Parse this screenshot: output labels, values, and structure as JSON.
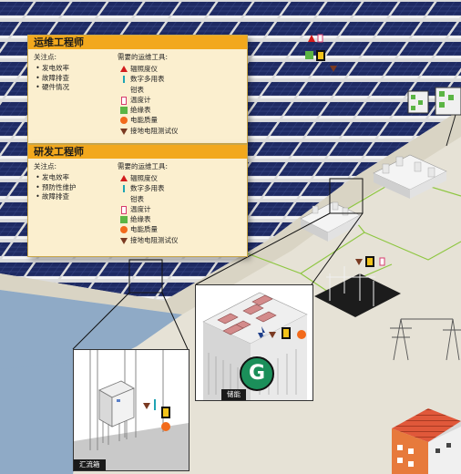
{
  "cards": [
    {
      "title": "运维工程师",
      "focus_header": "关注点:",
      "focus_items": [
        "发电效率",
        "故障排查",
        "硬件情况"
      ],
      "tools_header": "需要的运维工具:",
      "tools": [
        {
          "icon": "red-triangle",
          "label": "辐照度仪"
        },
        {
          "icon": "blue-bar",
          "label": "数字多用表"
        },
        {
          "icon": "none",
          "label": "钳表"
        },
        {
          "icon": "pink-rect",
          "label": "温度计"
        },
        {
          "icon": "green-square",
          "label": "绝缘表"
        },
        {
          "icon": "orange-dot",
          "label": "电能质量"
        },
        {
          "icon": "brown-triangle",
          "label": "接地电阻测试仪"
        }
      ]
    },
    {
      "title": "研发工程师",
      "focus_header": "关注点:",
      "focus_items": [
        "发电效率",
        "预防性维护",
        "故障排查"
      ],
      "tools_header": "需要的运维工具:",
      "tools": [
        {
          "icon": "red-triangle",
          "label": "辐照度仪"
        },
        {
          "icon": "blue-bar",
          "label": "数字多用表"
        },
        {
          "icon": "none",
          "label": "钳表"
        },
        {
          "icon": "pink-rect",
          "label": "温度计"
        },
        {
          "icon": "green-square",
          "label": "绝缘表"
        },
        {
          "icon": "orange-dot",
          "label": "电能质量"
        },
        {
          "icon": "brown-triangle",
          "label": "接地电阻测试仪"
        }
      ]
    }
  ],
  "insets": {
    "storage_label": "储能",
    "combiner_label": "汇流箱",
    "logo_letter": "G"
  },
  "colors": {
    "header_orange": "#f2a81d",
    "card_bg": "#fbefcf",
    "panel_blue": "#1e2a63",
    "water_blue": "#8faac6",
    "ground_beige": "#e6e2d6",
    "grid_green": "#8ec641",
    "logo_green": "#1b8f5a"
  }
}
